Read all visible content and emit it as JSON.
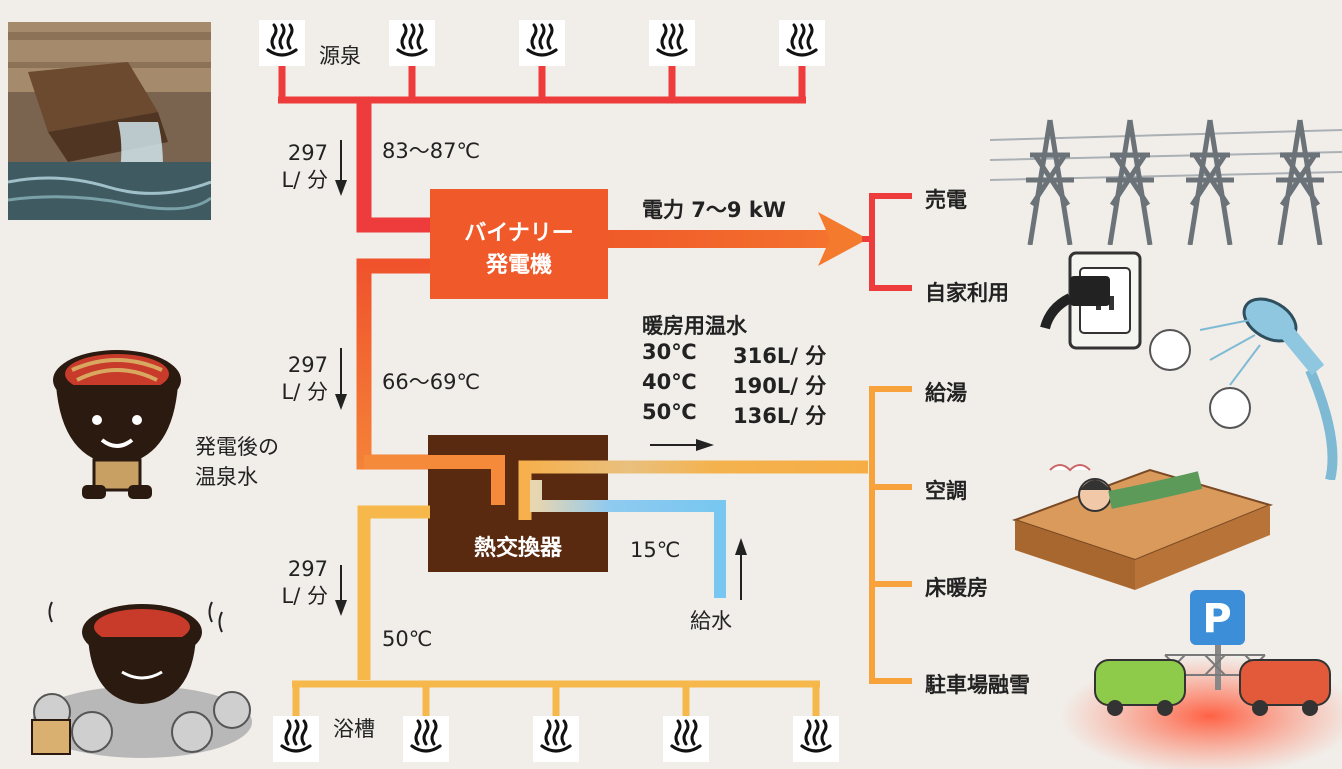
{
  "labels": {
    "source": "源泉",
    "bath": "浴槽",
    "temp_source": "83〜87℃",
    "temp_after_gen": "66〜69℃",
    "temp_bath": "50℃",
    "temp_water": "15℃",
    "flow_num": "297",
    "flow_unit": "L/ 分",
    "water_supply": "給水",
    "binary_line1": "バイナリー",
    "binary_line2": "発電機",
    "heat_exchanger": "熱交換器",
    "power": "電力 7〜9 kW",
    "sell_power": "売電",
    "self_use": "自家利用",
    "after_gen_line1": "発電後の",
    "after_gen_line2": "温泉水",
    "heating_water_title": "暖房用温水",
    "heating_rows": [
      {
        "temp": "30℃",
        "flow": "316L/ 分"
      },
      {
        "temp": "40℃",
        "flow": "190L/ 分"
      },
      {
        "temp": "50℃",
        "flow": "136L/ 分"
      }
    ],
    "uses": [
      "給湯",
      "空調",
      "床暖房",
      "駐車場融雪"
    ]
  },
  "icons": {
    "onsen": "hot-spring-icon",
    "pylon": "power-pylon-icon",
    "outlet": "power-outlet-icon",
    "shower": "shower-head-icon",
    "parking": "parking-sign-icon"
  },
  "colors": {
    "red": "#ee3b3b",
    "orange_red": "#f05a2a",
    "orange": "#f7a23a",
    "light_orange": "#f6b84a",
    "blue": "#77c7f0",
    "heat_box": "#5a2a10",
    "background": "#f1eeea"
  }
}
